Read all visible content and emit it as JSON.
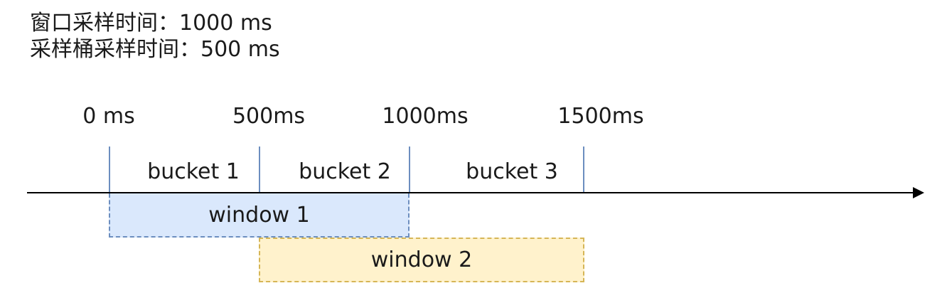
{
  "header": {
    "window_sample_time": "窗口采样时间：1000 ms",
    "bucket_sample_time": "采样桶采样时间：500 ms"
  },
  "ticks": [
    "0 ms",
    "500ms",
    "1000ms",
    "1500ms"
  ],
  "buckets": [
    "bucket 1",
    "bucket 2",
    "bucket 3"
  ],
  "windows": [
    "window 1",
    "window 2"
  ],
  "colors": {
    "window_1_fill": "#dae8fc",
    "window_1_stroke": "#6c8ebf",
    "window_2_fill": "#fff2cc",
    "window_2_stroke": "#d6b656",
    "divider": "#6c8ebf",
    "axis": "#000000"
  }
}
